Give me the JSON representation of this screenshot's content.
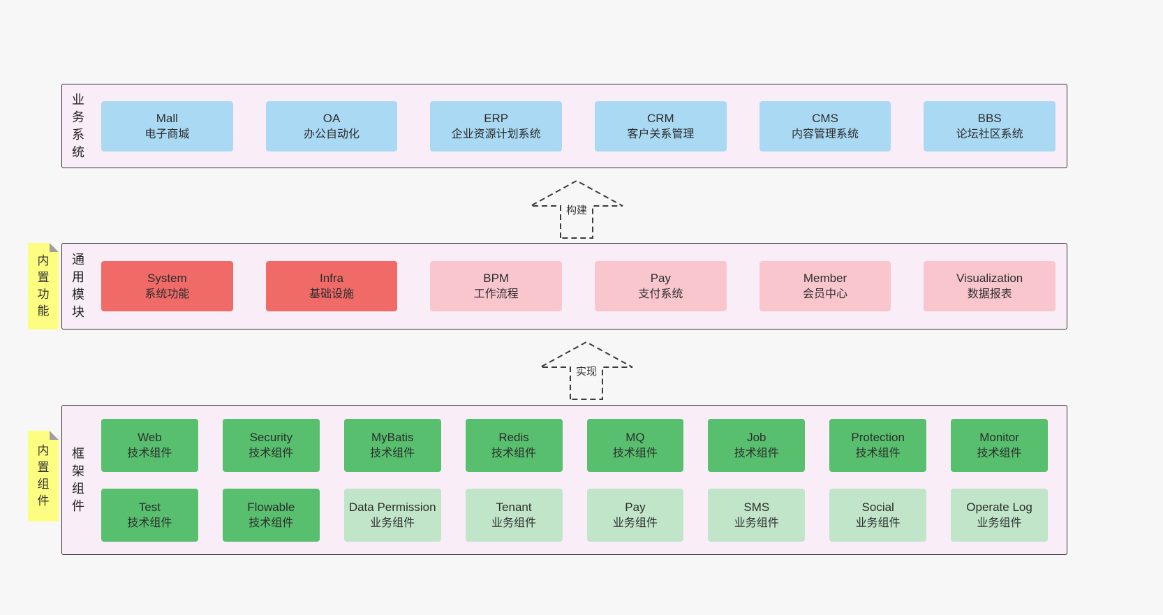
{
  "colors": {
    "page_bg": "#f7f7f7",
    "panel_bg": "#f9eef7",
    "blue": "#a9d9f3",
    "red": "#f06a68",
    "pink": "#f9c6ce",
    "green": "#57bf6e",
    "lightgreen": "#c1e5c9",
    "sticky": "#fdfd82"
  },
  "business_layer": {
    "side_label": "业务系统",
    "boxes": [
      {
        "title": "Mall",
        "subtitle": "电子商城",
        "variant": "blue"
      },
      {
        "title": "OA",
        "subtitle": "办公自动化",
        "variant": "blue"
      },
      {
        "title": "ERP",
        "subtitle": "企业资源计划系统",
        "variant": "blue"
      },
      {
        "title": "CRM",
        "subtitle": "客户关系管理",
        "variant": "blue"
      },
      {
        "title": "CMS",
        "subtitle": "内容管理系统",
        "variant": "blue"
      },
      {
        "title": "BBS",
        "subtitle": "论坛社区系统",
        "variant": "blue"
      }
    ]
  },
  "build_arrow": {
    "label": "构建"
  },
  "module_layer": {
    "side_label": "通用模块",
    "sticky_label": "内置功能",
    "boxes": [
      {
        "title": "System",
        "subtitle": "系统功能",
        "variant": "red"
      },
      {
        "title": "Infra",
        "subtitle": "基础设施",
        "variant": "red"
      },
      {
        "title": "BPM",
        "subtitle": "工作流程",
        "variant": "pink"
      },
      {
        "title": "Pay",
        "subtitle": "支付系统",
        "variant": "pink"
      },
      {
        "title": "Member",
        "subtitle": "会员中心",
        "variant": "pink"
      },
      {
        "title": "Visualization",
        "subtitle": "数据报表",
        "variant": "pink"
      }
    ]
  },
  "implement_arrow": {
    "label": "实现"
  },
  "component_layer": {
    "side_label": "框架组件",
    "sticky_label": "内置组件",
    "row1": [
      {
        "title": "Web",
        "subtitle": "技术组件",
        "variant": "green"
      },
      {
        "title": "Security",
        "subtitle": "技术组件",
        "variant": "green"
      },
      {
        "title": "MyBatis",
        "subtitle": "技术组件",
        "variant": "green"
      },
      {
        "title": "Redis",
        "subtitle": "技术组件",
        "variant": "green"
      },
      {
        "title": "MQ",
        "subtitle": "技术组件",
        "variant": "green"
      },
      {
        "title": "Job",
        "subtitle": "技术组件",
        "variant": "green"
      },
      {
        "title": "Protection",
        "subtitle": "技术组件",
        "variant": "green"
      },
      {
        "title": "Monitor",
        "subtitle": "技术组件",
        "variant": "green"
      }
    ],
    "row2": [
      {
        "title": "Test",
        "subtitle": "技术组件",
        "variant": "green"
      },
      {
        "title": "Flowable",
        "subtitle": "技术组件",
        "variant": "green"
      },
      {
        "title": "Data Permission",
        "subtitle": "业务组件",
        "variant": "lightgreen"
      },
      {
        "title": "Tenant",
        "subtitle": "业务组件",
        "variant": "lightgreen"
      },
      {
        "title": "Pay",
        "subtitle": "业务组件",
        "variant": "lightgreen"
      },
      {
        "title": "SMS",
        "subtitle": "业务组件",
        "variant": "lightgreen"
      },
      {
        "title": "Social",
        "subtitle": "业务组件",
        "variant": "lightgreen"
      },
      {
        "title": "Operate Log",
        "subtitle": "业务组件",
        "variant": "lightgreen"
      }
    ]
  }
}
